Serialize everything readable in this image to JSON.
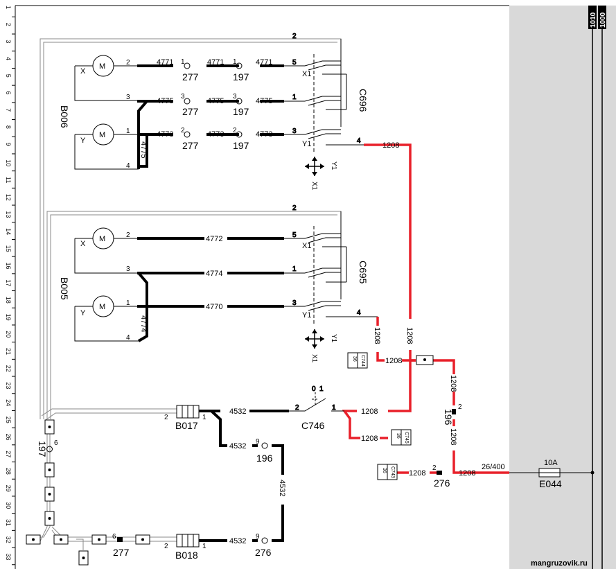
{
  "row_numbers": [
    "1",
    "2",
    "3",
    "4",
    "5",
    "6",
    "7",
    "8",
    "9",
    "10",
    "11",
    "12",
    "13",
    "14",
    "15",
    "16",
    "17",
    "18",
    "19",
    "20",
    "21",
    "22",
    "23",
    "24",
    "25",
    "26",
    "27",
    "28",
    "29",
    "30",
    "31",
    "32",
    "33"
  ],
  "sidebar": {
    "labels": [
      "1000",
      "1010"
    ]
  },
  "watermark": "mangruzovik.ru",
  "components": {
    "b006": "B006",
    "b005": "B005",
    "c696": "C696",
    "c695": "C695",
    "c746": "C746",
    "b017": "B017",
    "b018": "B018",
    "e044": "E044",
    "fuse_rating": "10A",
    "motor_m": "M",
    "motor_x": "X",
    "motor_y": "Y"
  },
  "wires": {
    "w4771": "4771",
    "w4775": "4775",
    "w4773": "4773",
    "w4772": "4772",
    "w4774": "4774",
    "w4770": "4770",
    "w1208": "1208",
    "w4532": "4532",
    "w26_400": "26/400"
  },
  "connectors": {
    "c277": "277",
    "c197": "197",
    "c196": "196",
    "c276": "276",
    "c744": "C744",
    "c745": "C745",
    "c743": "C743",
    "conn_pin_4": "4",
    "conn_pin_36": "36"
  },
  "pins": {
    "p1": "1",
    "p2": "2",
    "p3": "3",
    "p4": "4",
    "p5": "5",
    "p6": "6",
    "p9": "9"
  },
  "axes": {
    "x1": "X1",
    "y1": "Y1"
  },
  "switch": {
    "zero": "0",
    "one": "1"
  },
  "colors": {
    "red_wire": "#e8202a",
    "black_wire": "#000000",
    "panel_gray": "#d9d9d9"
  }
}
